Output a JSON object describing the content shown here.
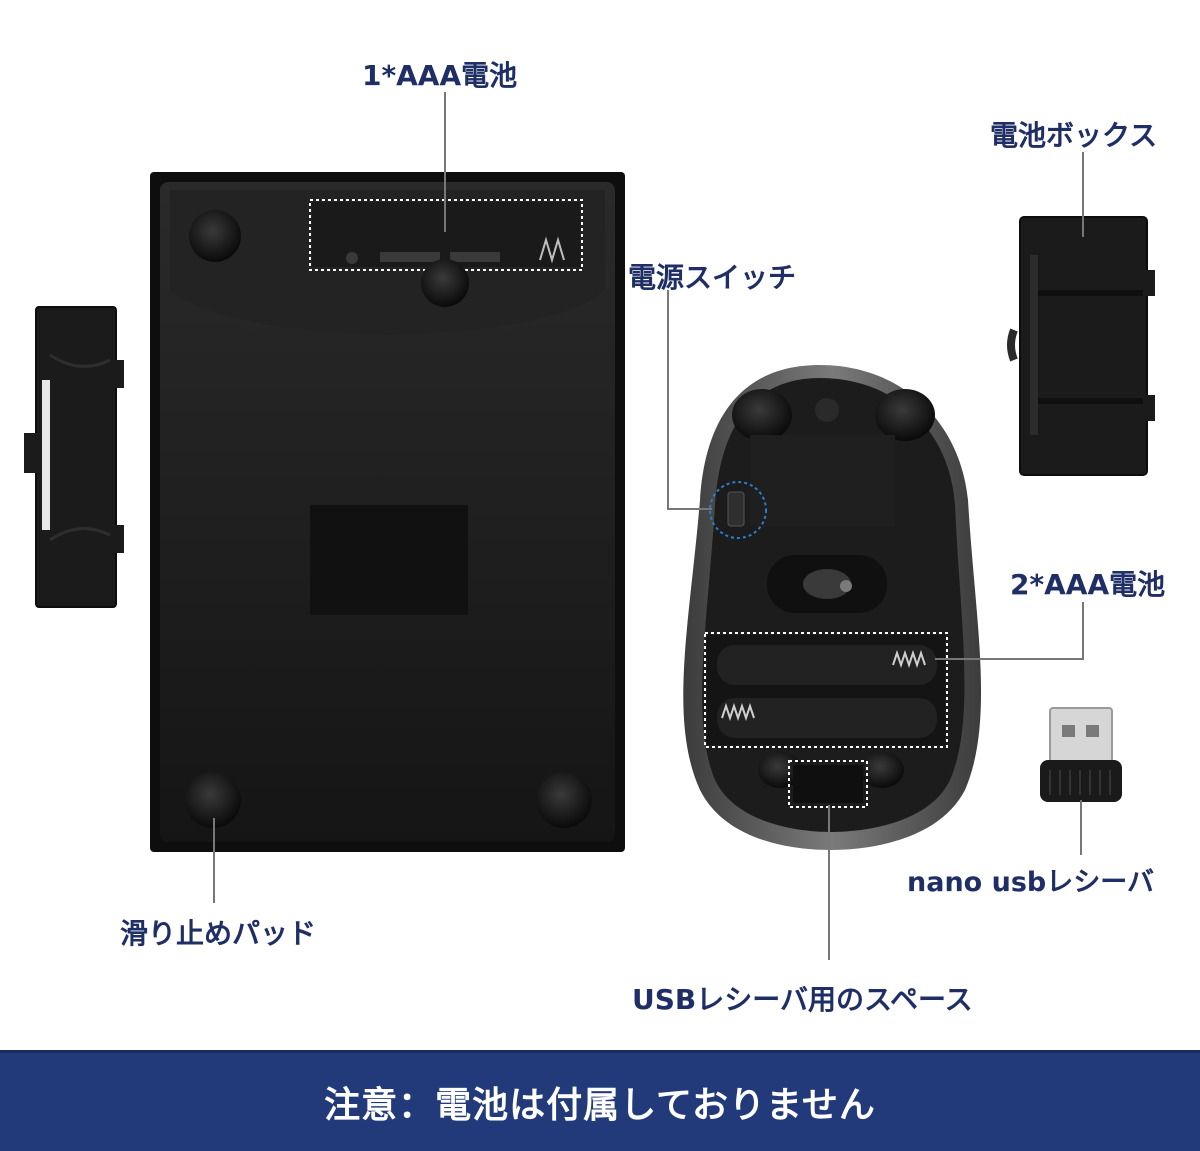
{
  "labels": {
    "battery_1aaa": "1*AAA電池",
    "battery_box": "電池ボックス",
    "power_switch": "電源スイッチ",
    "battery_2aaa": "2*AAA電池",
    "nano_receiver": "nano usbレシーバ",
    "anti_slip_pad": "滑り止めパッド",
    "usb_receiver_space": "USBレシーバ用のスペース"
  },
  "banner": {
    "notice": "注意：電池は付属しておりません"
  },
  "colors": {
    "label_text": "#1f2f66",
    "banner_bg": "#233a7a",
    "device_body": "#1b1b1b",
    "mouse_rim": "#5a5a5a",
    "switch_highlight": "#2a7fd0"
  }
}
